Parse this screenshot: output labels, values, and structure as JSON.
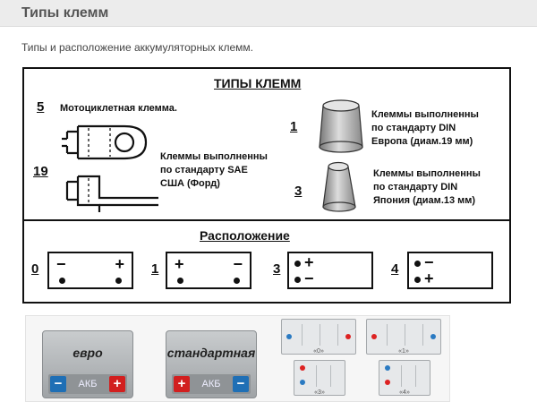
{
  "header": {
    "title": "Типы клемм"
  },
  "intro": "Типы и расположение аккумуляторных клемм.",
  "scheme": {
    "title": "ТИПЫ КЛЕММ",
    "moto": {
      "num": "5",
      "label": "Мотоциклетная клемма."
    },
    "sae": {
      "num": "19",
      "lines": [
        "Клеммы выполненны",
        "по стандарту SAE",
        "США (Форд)"
      ]
    },
    "din_eu": {
      "num": "1",
      "lines": [
        "Клеммы выполненны",
        "по стандарту DIN",
        "Европа (диам.19 мм)"
      ]
    },
    "din_jp": {
      "num": "3",
      "lines": [
        "Клеммы выполненны",
        "по стандарту DIN",
        "Япония (диам.13 мм)"
      ]
    },
    "location_title": "Расположение",
    "layouts": [
      {
        "num": "0",
        "left": "−",
        "right": "+"
      },
      {
        "num": "1",
        "left": "+",
        "right": "−"
      },
      {
        "num": "3",
        "top": "+",
        "bottom": "−"
      },
      {
        "num": "4",
        "top": "−",
        "bottom": "+"
      }
    ]
  },
  "thumbs": {
    "cards": [
      {
        "name": "евро",
        "label": "АКБ",
        "left": "−",
        "right": "+"
      },
      {
        "name": "стандартная",
        "label": "АКБ",
        "left": "+",
        "right": "−"
      }
    ],
    "mini_captions": [
      "«0»",
      "«1»",
      "«3»",
      "«4»"
    ]
  },
  "colors": {
    "minus": "#1f6fb5",
    "plus": "#d21f1f",
    "header_bg": "#ececec"
  }
}
